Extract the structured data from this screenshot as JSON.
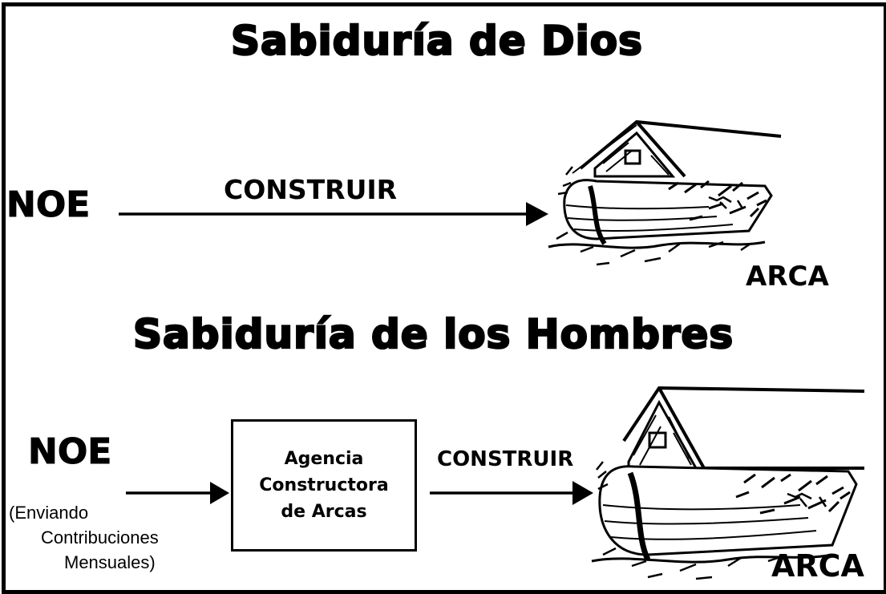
{
  "diagram": {
    "title_top": "Sabiduría de Dios",
    "title_bottom": "Sabiduría de los Hombres",
    "top_flow": {
      "source": "NOE",
      "action": "CONSTRUIR",
      "target": "ARCA"
    },
    "bottom_flow": {
      "source": "NOE",
      "source_note": [
        "(Enviando",
        "Contribuciones",
        "Mensuales)"
      ],
      "intermediary": [
        "Agencia",
        "Constructora",
        "de Arcas"
      ],
      "action": "CONSTRUIR",
      "target": "ARCA"
    },
    "icons": [
      "ark-illustration",
      "arrow-right"
    ],
    "colors": {
      "ink": "#000000",
      "background": "#ffffff"
    }
  }
}
